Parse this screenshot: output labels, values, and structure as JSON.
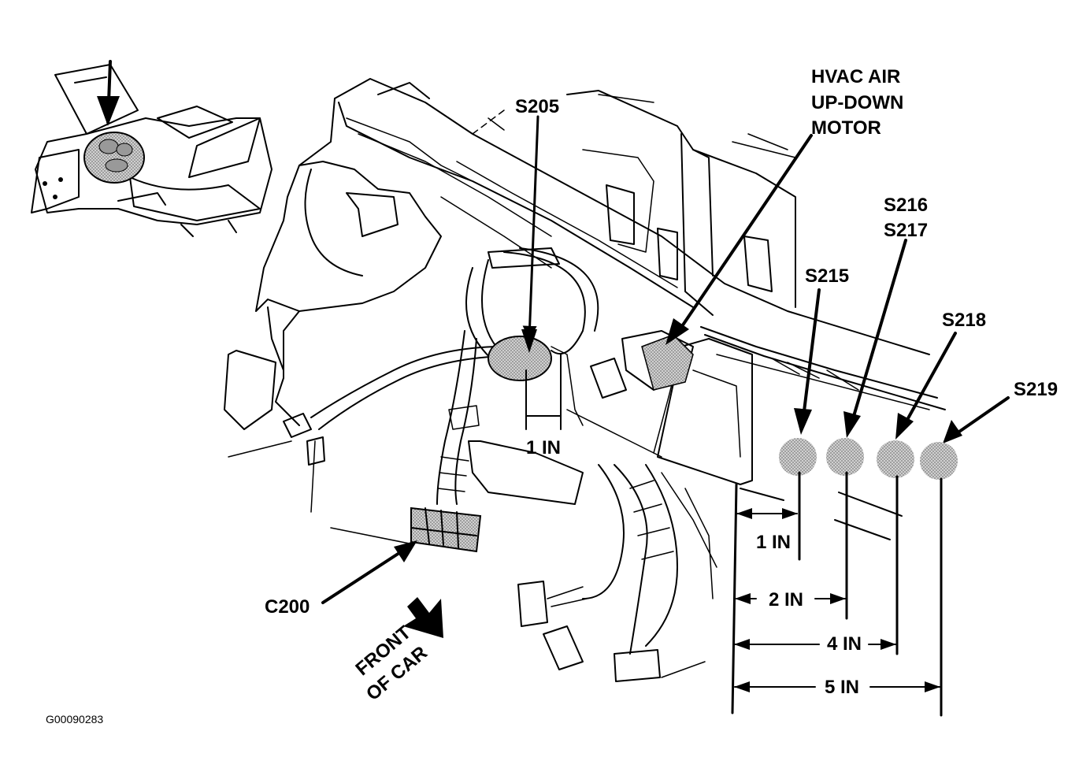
{
  "labels": {
    "hvac_line1": "HVAC AIR",
    "hvac_line2": "UP-DOWN",
    "hvac_line3": "MOTOR",
    "s205": "S205",
    "s216": "S216",
    "s217": "S217",
    "s215": "S215",
    "s218": "S218",
    "s219": "S219",
    "c200": "C200",
    "front_line1": "FRONT",
    "front_line2": "OF CAR"
  },
  "dimensions": {
    "s205_distance": "1 IN",
    "dim_1in": "1 IN",
    "dim_2in": "2 IN",
    "dim_4in": "4 IN",
    "dim_5in": "5 IN"
  },
  "figure_id": "G00090283"
}
